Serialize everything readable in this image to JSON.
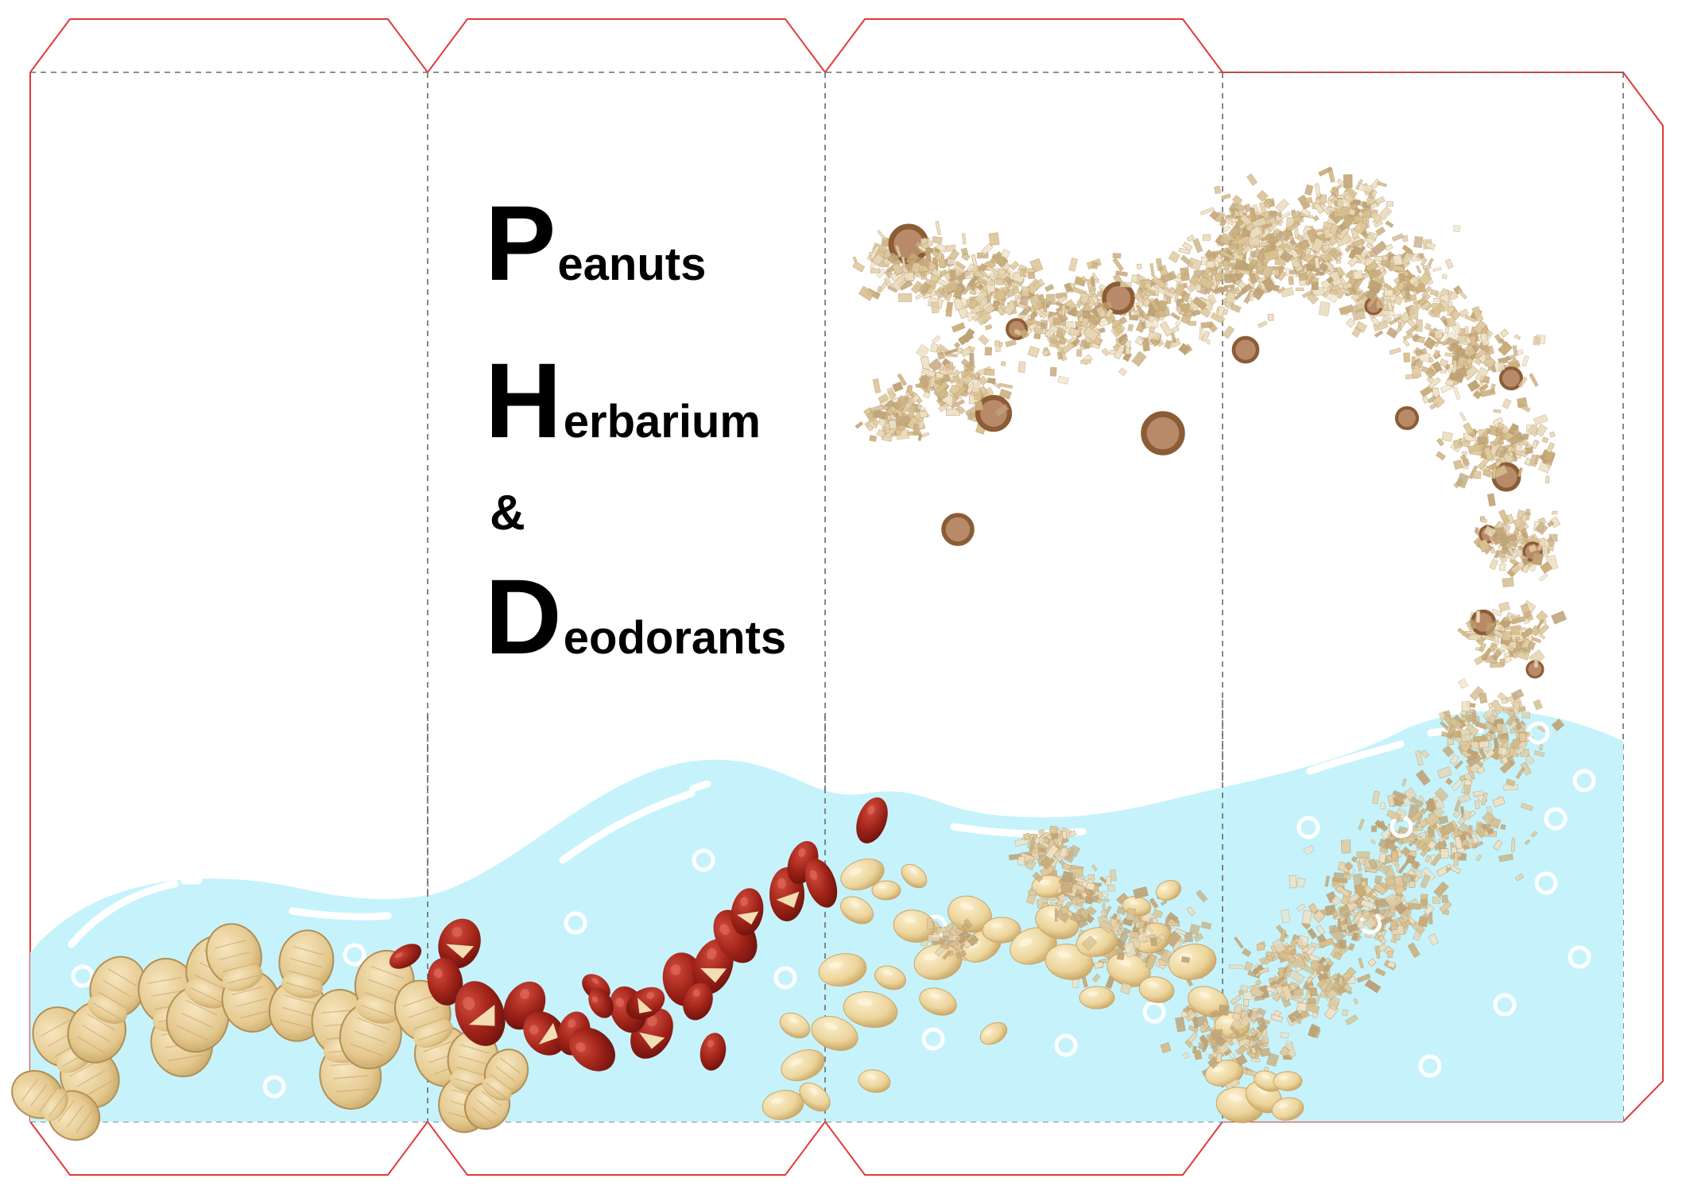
{
  "title": {
    "line1": {
      "initial": "P",
      "rest": "eanuts"
    },
    "line2": {
      "initial": "H",
      "rest": "erbarium"
    },
    "line3": {
      "text": "&"
    },
    "line4": {
      "initial": "D",
      "rest": "eodorants"
    }
  },
  "colors": {
    "cut_line": "#e23a3a",
    "fold_line": "#6b6b6b",
    "water": "#c6f3fb",
    "water_highlight": "#ffffff",
    "peanut_shell": "#e8cf9a",
    "red_skin_peanut": "#a3231b",
    "blanched_peanut": "#eedaa6",
    "particle": "#d9c5a0",
    "ring": "#9b6a43"
  },
  "icons": [
    "peanut-in-shell-icon",
    "red-skin-peanut-icon",
    "blanched-peanut-icon",
    "particle-icon",
    "ring-particle-icon",
    "bubble-icon"
  ]
}
